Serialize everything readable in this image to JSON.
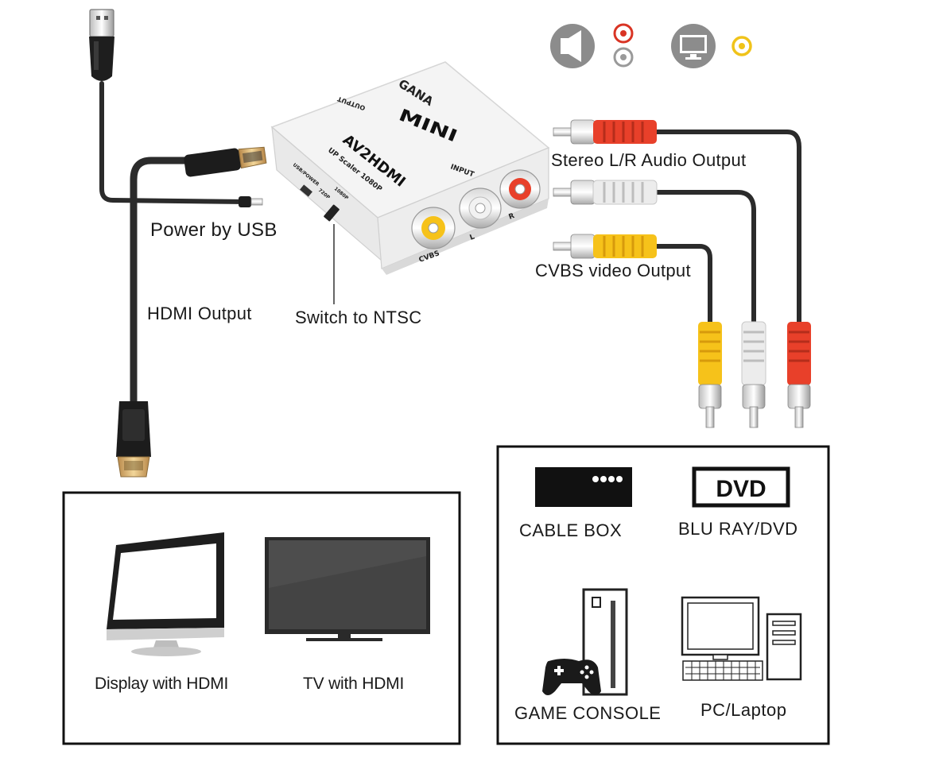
{
  "adapter": {
    "brand": "GANA",
    "model_name": "MINI",
    "model_type": "AV2HDMI",
    "subtitle": "UP Scaler 1080P",
    "port_output": "OUTPUT",
    "port_input": "INPUT",
    "port_power": "USB/POWER",
    "switch_720": "720P",
    "switch_1080": "1080P",
    "jack_cvbs": "CVBS",
    "jack_l": "L",
    "jack_r": "R"
  },
  "labels": {
    "power_by_usb": "Power by USB",
    "hdmi_output": "HDMI Output",
    "switch_to_ntsc": "Switch to NTSC",
    "stereo_output": "Stereo L/R Audio Output",
    "cvbs_output": "CVBS video Output"
  },
  "output_devices": [
    {
      "label": "Display with HDMI",
      "icon": "monitor-icon"
    },
    {
      "label": "TV with HDMI",
      "icon": "tv-icon"
    }
  ],
  "input_devices": [
    {
      "label": "CABLE BOX",
      "icon": "cable-box-icon"
    },
    {
      "label": "BLU RAY/DVD",
      "icon": "dvd-player-icon",
      "badge": "DVD"
    },
    {
      "label": "GAME CONSOLE",
      "icon": "game-console-icon"
    },
    {
      "label": "PC/Laptop",
      "icon": "pc-icon"
    }
  ],
  "legend_icons": [
    "speaker-icon",
    "audio-rca-icon",
    "display-icon",
    "video-rca-icon"
  ],
  "colors": {
    "rca_red": "#e8402a",
    "rca_white": "#e6e6e6",
    "rca_yellow": "#f6c21a",
    "cable": "#2b2b2b",
    "connector_gold": "#d9b16a",
    "icon_gray": "#8c8c8c"
  }
}
